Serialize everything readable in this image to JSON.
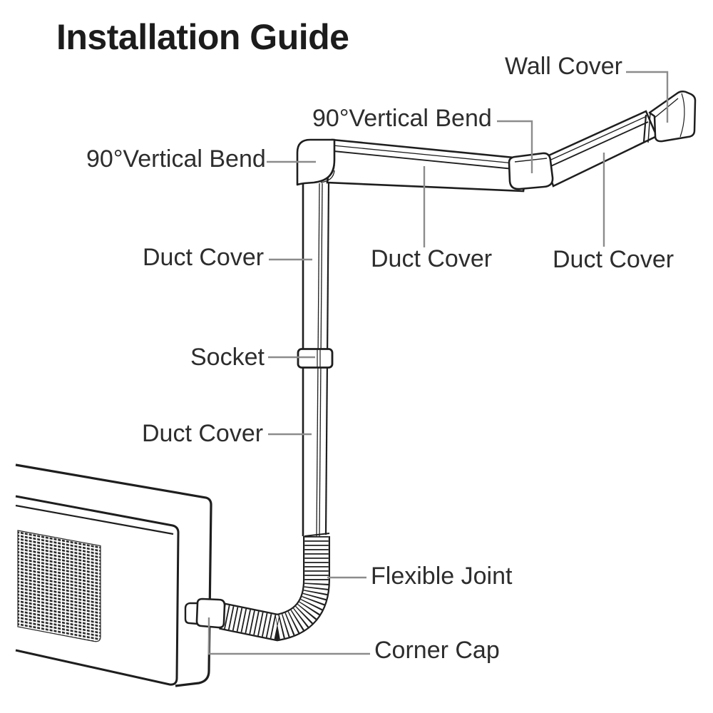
{
  "title": "Installation Guide",
  "colors": {
    "background": "#ffffff",
    "ink": "#1e1e1e",
    "leader_line": "#8c8c8c",
    "label_text": "#2d2d2d"
  },
  "diagram": {
    "labels": {
      "wall_cover": "Wall Cover",
      "bend_top": "90°Vertical Bend",
      "bend_left": "90°Vertical Bend",
      "duct_cover_upper_left": "Duct Cover",
      "duct_cover_middle": "Duct Cover",
      "duct_cover_right": "Duct Cover",
      "socket": "Socket",
      "duct_cover_lower_left": "Duct Cover",
      "flexible_joint": "Flexible Joint",
      "corner_cap": "Corner Cap"
    }
  }
}
